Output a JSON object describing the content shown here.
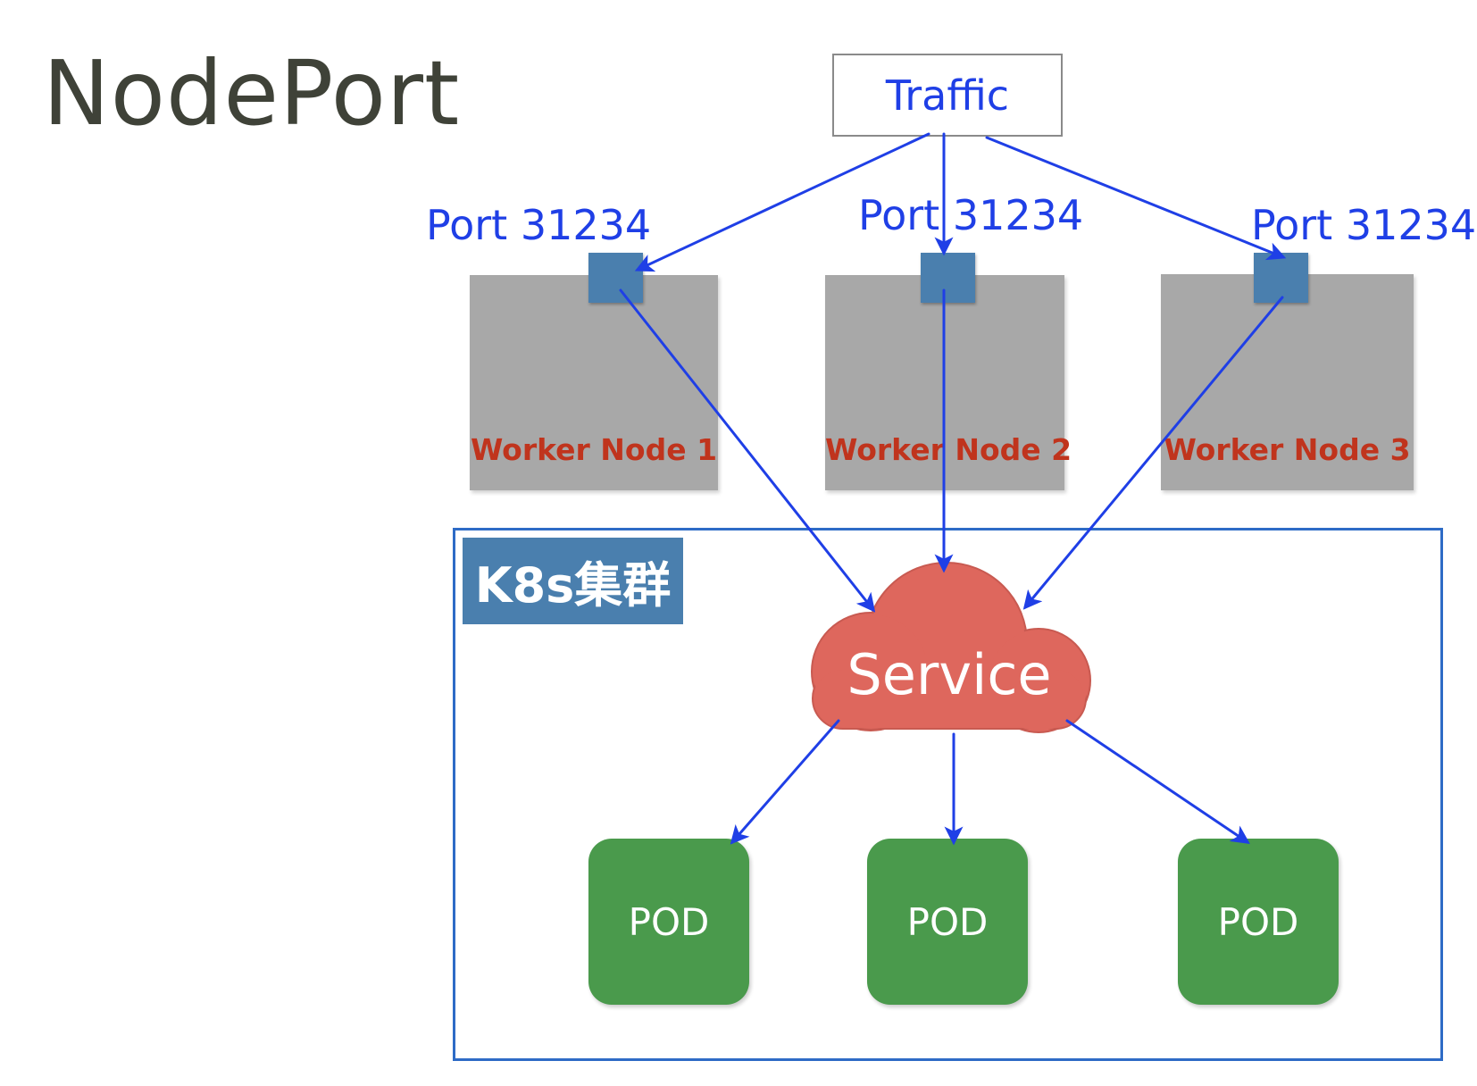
{
  "title": "NodePort",
  "traffic": {
    "label": "Traffic"
  },
  "port_labels": [
    "Port 31234",
    "Port 31234",
    "Port 31234"
  ],
  "worker_nodes": [
    "Worker Node 1",
    "Worker Node 2",
    "Worker Node 3"
  ],
  "cluster": {
    "label": "K8s集群"
  },
  "service": {
    "label": "Service"
  },
  "pods": [
    "POD",
    "POD",
    "POD"
  ],
  "colors": {
    "title": "#3f4238",
    "arrow": "#1f3fe6",
    "worker_node": "#a8a8a8",
    "worker_label": "#c0341d",
    "port": "#4a7fae",
    "cluster_border": "#2e6bc6",
    "service": "#de675d",
    "pod": "#4a9a4c"
  }
}
